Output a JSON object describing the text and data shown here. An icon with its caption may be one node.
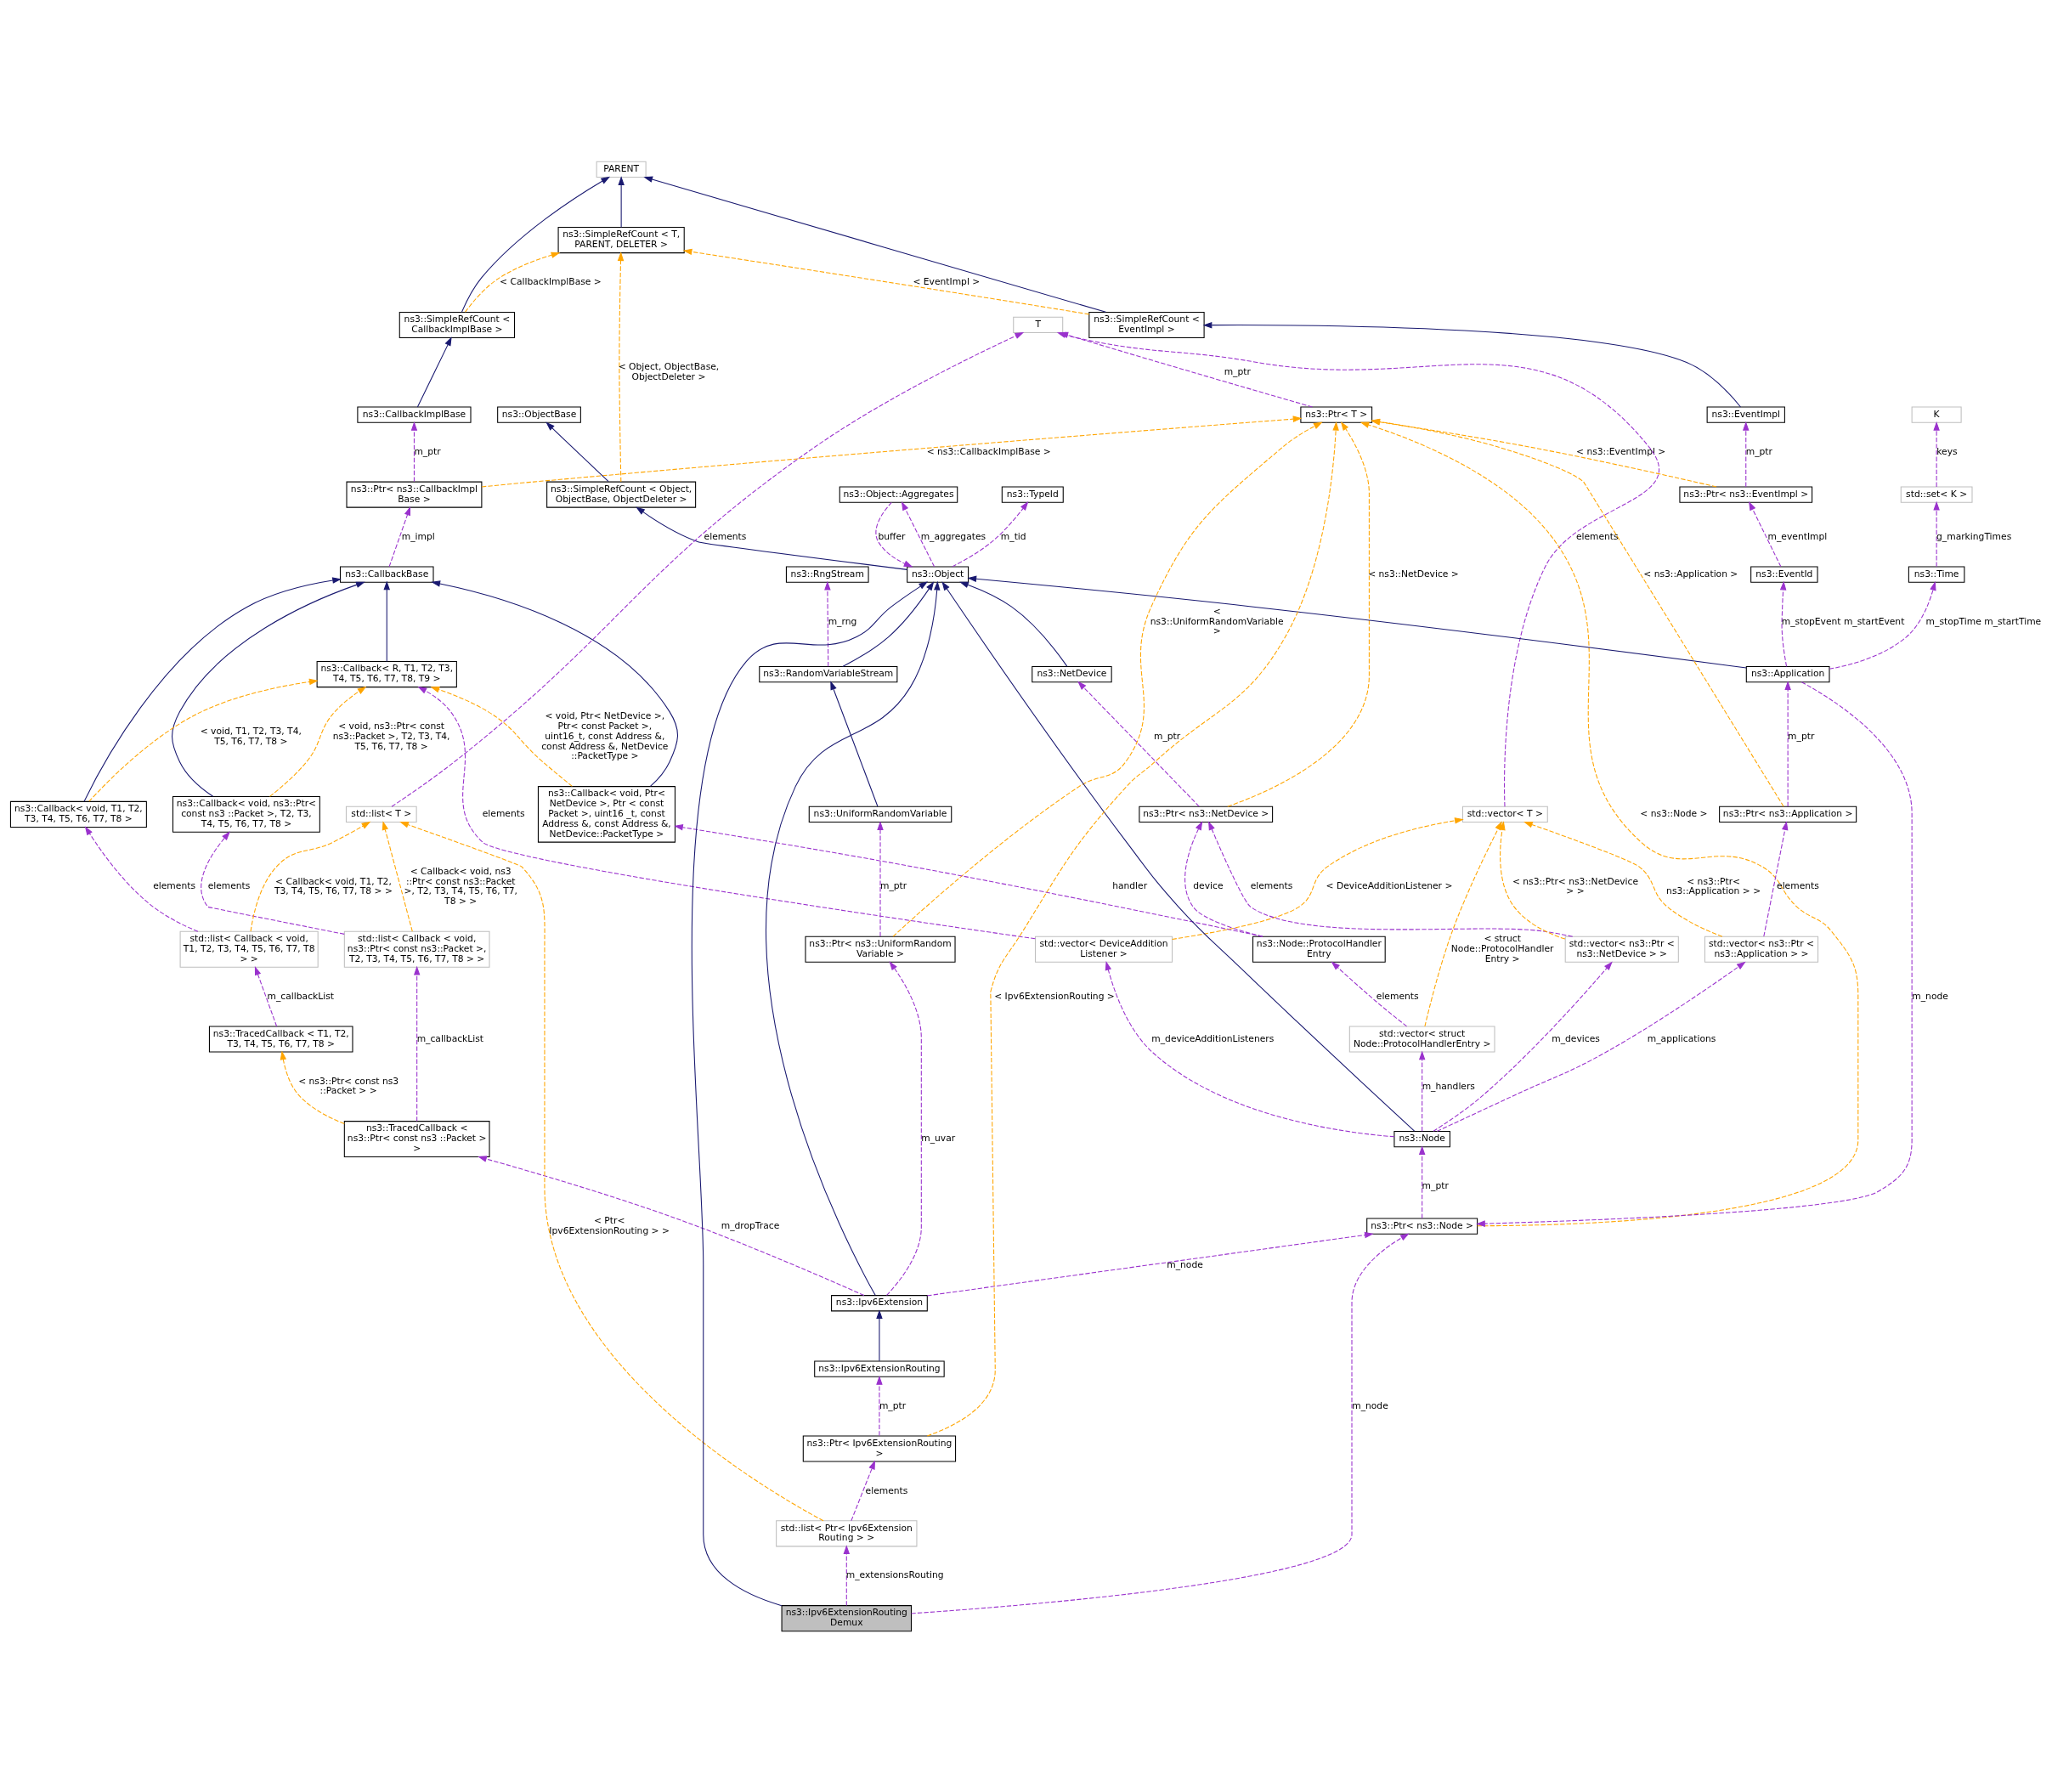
{
  "diagram": {
    "nodes": [
      {
        "text": [
          "PARENT"
        ]
      },
      {
        "text": [
          "ns3::SimpleRefCount < T, PARENT, DELETER >"
        ]
      },
      {
        "text": [
          "ns3::SimpleRefCount < CallbackImplBase >"
        ]
      },
      {
        "text": [
          "T"
        ]
      },
      {
        "text": [
          "ns3::SimpleRefCount < EventImpl >"
        ]
      },
      {
        "text": [
          "ns3::CallbackImplBase"
        ]
      },
      {
        "text": [
          "ns3::Ptr< T >"
        ]
      },
      {
        "text": [
          "ns3::ObjectBase"
        ]
      },
      {
        "text": [
          "ns3::EventImpl"
        ]
      },
      {
        "text": [
          "ns3::Ptr< ns3::CallbackImpl Base >"
        ]
      },
      {
        "text": [
          "ns3::TypeId"
        ]
      },
      {
        "text": [
          "ns3::SimpleRefCount < Object, ObjectBase, ObjectDeleter >"
        ]
      },
      {
        "text": [
          "ns3::Ptr< ns3::EventImpl >"
        ]
      },
      {
        "text": [
          "ns3::CallbackBase"
        ]
      },
      {
        "text": [
          "ns3::RngStream"
        ]
      },
      {
        "text": [
          "ns3::Object"
        ]
      },
      {
        "text": [
          "ns3::EventId"
        ]
      },
      {
        "text": [
          "ns3::Callback< R, T1, T2, T3, T4, T5, T6, T7, T8, T9 >"
        ]
      },
      {
        "text": [
          "ns3::RandomVariableStream"
        ]
      },
      {
        "text": [
          "ns3::NetDevice"
        ]
      },
      {
        "text": [
          "ns3::Object::Aggregates"
        ]
      },
      {
        "text": [
          "std::list< T >"
        ]
      },
      {
        "text": [
          "ns3::Callback< void, ns3::Ptr< const ns3 ::Packet >, T2, T3, T4, T5, T6, T7, T8 >"
        ]
      },
      {
        "text": [
          "ns3::Callback< void, T1, T2, T3, T4, T5, T6, T7, T8 >"
        ]
      },
      {
        "text": [
          "ns3::UniformRandomVariable"
        ]
      },
      {
        "text": [
          "ns3::Callback< void, Ptr< NetDevice >, Ptr < const Packet >, uint16 _t, const Address &, const Address &, NetDevice::PacketType >"
        ]
      },
      {
        "text": [
          "ns3::Ptr< ns3::NetDevice >"
        ]
      },
      {
        "text": [
          "std::list< Callback < void, ns3::Ptr< const ns3::Packet >, T2, T3, T4, T5, T6, T7, T8 > >"
        ]
      },
      {
        "text": [
          "std::list< Callback < void, T1, T2, T3, T4, T5, T6, T7, T8 > >"
        ]
      },
      {
        "text": [
          "ns3::Ptr< ns3::UniformRandom Variable >"
        ]
      },
      {
        "text": [
          "std::vector< T >"
        ]
      },
      {
        "text": [
          "ns3::Node::ProtocolHandler Entry"
        ]
      },
      {
        "text": [
          "ns3::TracedCallback < T1, T2, T3, T4, T5, T6, T7, T8 >"
        ]
      },
      {
        "text": [
          "K"
        ]
      },
      {
        "text": [
          "std::vector< DeviceAddition Listener >"
        ]
      },
      {
        "text": [
          "std::vector< struct Node::ProtocolHandlerEntry >"
        ]
      },
      {
        "text": [
          "std::vector< ns3::Ptr < ns3::NetDevice > >"
        ]
      },
      {
        "text": [
          "ns3::TracedCallback < ns3::Ptr< const ns3 ::Packet > >"
        ]
      },
      {
        "text": [
          "std::set< K >"
        ]
      },
      {
        "text": [
          "ns3::Node"
        ]
      },
      {
        "text": [
          "ns3::Ptr< ns3::Node >"
        ]
      },
      {
        "text": [
          "ns3::Time"
        ]
      },
      {
        "text": [
          "ns3::Ipv6Extension"
        ]
      },
      {
        "text": [
          "ns3::Application"
        ]
      },
      {
        "text": [
          "ns3::Ipv6ExtensionRouting"
        ]
      },
      {
        "text": [
          "ns3::Ptr< ns3::Application >"
        ]
      },
      {
        "text": [
          "ns3::Ptr< Ipv6ExtensionRouting >"
        ]
      },
      {
        "text": [
          "std::vector< ns3::Ptr < ns3::Application > >"
        ]
      },
      {
        "text": [
          "std::list< Ptr< Ipv6Extension Routing > >"
        ]
      },
      {
        "text": [
          "ns3::Ipv6ExtensionRouting Demux"
        ]
      }
    ],
    "edges": [
      {
        "from": 1,
        "to": 0,
        "arrow": "to",
        "color": "#191970"
      },
      {
        "from": 2,
        "to": 0,
        "arrow": "to",
        "color": "#191970"
      },
      {
        "from": 4,
        "to": 0,
        "arrow": "to",
        "color": "#191970"
      },
      {
        "from": 2,
        "to": 1,
        "arrow": "to",
        "label": "< CallbackImplBase >",
        "style": "dashed",
        "color": "#ffa500"
      },
      {
        "from": 4,
        "to": 1,
        "arrow": "to",
        "label": "< EventImpl >",
        "style": "dashed",
        "color": "#ffa500"
      },
      {
        "from": 11,
        "to": 1,
        "arrow": "to",
        "label": "< Object, ObjectBase, ObjectDeleter >",
        "style": "dashed",
        "color": "#ffa500"
      },
      {
        "from": 5,
        "to": 2,
        "arrow": "to",
        "color": "#191970"
      },
      {
        "from": 6,
        "to": 3,
        "arrow": "to",
        "label": "m_ptr",
        "style": "dashed"
      },
      {
        "from": 21,
        "to": 3,
        "arrow": "to",
        "label": "elements",
        "style": "dashed"
      },
      {
        "from": 30,
        "to": 3,
        "arrow": "to",
        "label": "elements",
        "style": "dashed"
      },
      {
        "from": 8,
        "to": 4,
        "arrow": "to",
        "color": "#191970"
      },
      {
        "from": 9,
        "to": 5,
        "arrow": "to",
        "label": "m_ptr",
        "style": "dashed"
      },
      {
        "from": 9,
        "to": 6,
        "arrow": "to",
        "label": "< ns3::CallbackImplBase >",
        "style": "dashed",
        "color": "#ffa500"
      },
      {
        "from": 12,
        "to": 6,
        "arrow": "to",
        "label": "< ns3::EventImpl >",
        "style": "dashed",
        "color": "#ffa500"
      },
      {
        "from": 26,
        "to": 6,
        "arrow": "to",
        "label": "< ns3::NetDevice >",
        "style": "dashed",
        "color": "#ffa500"
      },
      {
        "from": 29,
        "to": 6,
        "arrow": "to",
        "label": "< ns3::UniformRandomVariable >",
        "style": "dashed",
        "color": "#ffa500"
      },
      {
        "from": 40,
        "to": 6,
        "arrow": "to",
        "label": "< ns3::Node >",
        "style": "dashed",
        "color": "#ffa500"
      },
      {
        "from": 45,
        "to": 6,
        "arrow": "to",
        "label": "< ns3::Application >",
        "style": "dashed",
        "color": "#ffa500"
      },
      {
        "from": 46,
        "to": 6,
        "arrow": "to",
        "label": "< Ipv6ExtensionRouting >",
        "style": "dashed",
        "color": "#ffa500"
      },
      {
        "from": 11,
        "to": 7,
        "arrow": "to",
        "color": "#191970"
      },
      {
        "from": 12,
        "to": 8,
        "arrow": "to",
        "label": "m_ptr",
        "style": "dashed"
      },
      {
        "from": 13,
        "to": 9,
        "arrow": "to",
        "label": "m_impl",
        "style": "dashed"
      },
      {
        "from": 15,
        "to": 10,
        "arrow": "to",
        "label": "m_tid",
        "style": "dashed"
      },
      {
        "from": 15,
        "to": 11,
        "arrow": "to",
        "color": "#191970"
      },
      {
        "from": 16,
        "to": 12,
        "arrow": "to",
        "label": "m_eventImpl",
        "style": "dashed"
      },
      {
        "from": 17,
        "to": 13,
        "arrow": "to",
        "color": "#191970"
      },
      {
        "from": 22,
        "to": 13,
        "arrow": "to",
        "color": "#191970"
      },
      {
        "from": 23,
        "to": 13,
        "arrow": "to",
        "color": "#191970"
      },
      {
        "from": 25,
        "to": 13,
        "arrow": "to",
        "color": "#191970"
      },
      {
        "from": 18,
        "to": 14,
        "arrow": "to",
        "label": "m_rng",
        "style": "dashed"
      },
      {
        "from": 18,
        "to": 15,
        "arrow": "to",
        "color": "#191970"
      },
      {
        "from": 19,
        "to": 15,
        "arrow": "to",
        "color": "#191970"
      },
      {
        "from": 42,
        "to": 15,
        "arrow": "to",
        "color": "#191970"
      },
      {
        "from": 39,
        "to": 15,
        "arrow": "to",
        "color": "#191970"
      },
      {
        "from": 43,
        "to": 15,
        "arrow": "to",
        "color": "#191970"
      },
      {
        "from": 49,
        "to": 15,
        "arrow": "to",
        "color": "#191970"
      },
      {
        "from": 20,
        "to": 15,
        "arrow": "to",
        "label": "buffer",
        "style": "dashed"
      },
      {
        "from": 15,
        "to": 20,
        "arrow": "to",
        "label": "m_aggregates",
        "style": "dashed"
      },
      {
        "from": 43,
        "to": 16,
        "arrow": "to",
        "label": "m_stopEvent m_startEvent",
        "style": "dashed"
      },
      {
        "from": 22,
        "to": 17,
        "arrow": "to",
        "label": "< void, ns3::Ptr< const ns3::Packet >, T2, T3, T4, T5, T6, T7, T8 >",
        "style": "dashed",
        "color": "#ffa500"
      },
      {
        "from": 23,
        "to": 17,
        "arrow": "to",
        "label": "< void, T1, T2, T3, T4, T5, T6, T7, T8 >",
        "style": "dashed",
        "color": "#ffa500"
      },
      {
        "from": 25,
        "to": 17,
        "arrow": "to",
        "label": "< void, Ptr< NetDevice >, Ptr< const Packet >, uint16_t, const Address &, const Address &, NetDevice ::PacketType >",
        "style": "dashed",
        "color": "#ffa500"
      },
      {
        "from": 34,
        "to": 17,
        "arrow": "to",
        "label": "elements",
        "style": "dashed"
      },
      {
        "from": 24,
        "to": 18,
        "arrow": "to",
        "color": "#191970"
      },
      {
        "from": 26,
        "to": 19,
        "arrow": "to",
        "label": "m_ptr",
        "style": "dashed"
      },
      {
        "from": 27,
        "to": 21,
        "arrow": "to",
        "label": "< Callback< void, ns3 ::Ptr< const ns3::Packet >, T2, T3, T4, T5, T6, T7, T8 > >",
        "style": "dashed",
        "color": "#ffa500"
      },
      {
        "from": 28,
        "to": 21,
        "arrow": "to",
        "label": "< Callback< void, T1, T2, T3, T4, T5, T6, T7, T8 > >",
        "style": "dashed",
        "color": "#ffa500"
      },
      {
        "from": 48,
        "to": 21,
        "arrow": "to",
        "label": "< Ptr< Ipv6ExtensionRouting > >",
        "style": "dashed",
        "color": "#ffa500"
      },
      {
        "from": 27,
        "to": 22,
        "arrow": "to",
        "label": "elements",
        "style": "dashed"
      },
      {
        "from": 28,
        "to": 23,
        "arrow": "to",
        "label": "elements",
        "style": "dashed"
      },
      {
        "from": 29,
        "to": 24,
        "arrow": "to",
        "label": "m_ptr",
        "style": "dashed"
      },
      {
        "from": 31,
        "to": 25,
        "arrow": "to",
        "label": "handler",
        "style": "dashed"
      },
      {
        "from": 31,
        "to": 26,
        "arrow": "to",
        "label": "device",
        "style": "dashed"
      },
      {
        "from": 36,
        "to": 26,
        "arrow": "to",
        "label": "elements",
        "style": "dashed"
      },
      {
        "from": 37,
        "to": 27,
        "arrow": "to",
        "label": "m_callbackList",
        "style": "dashed"
      },
      {
        "from": 32,
        "to": 28,
        "arrow": "to",
        "label": "m_callbackList",
        "style": "dashed"
      },
      {
        "from": 42,
        "to": 29,
        "arrow": "to",
        "label": "m_uvar",
        "style": "dashed"
      },
      {
        "from": 34,
        "to": 30,
        "arrow": "to",
        "label": "< DeviceAdditionListener >",
        "style": "dashed",
        "color": "#ffa500"
      },
      {
        "from": 35,
        "to": 30,
        "arrow": "to",
        "label": "< struct Node::ProtocolHandler Entry >",
        "style": "dashed",
        "color": "#ffa500"
      },
      {
        "from": 36,
        "to": 30,
        "arrow": "to",
        "label": "< ns3::Ptr< ns3::NetDevice > >",
        "style": "dashed",
        "color": "#ffa500"
      },
      {
        "from": 47,
        "to": 30,
        "arrow": "to",
        "label": "< ns3::Ptr< ns3::Application > >",
        "style": "dashed",
        "color": "#ffa500"
      },
      {
        "from": 35,
        "to": 31,
        "arrow": "to",
        "label": "elements",
        "style": "dashed"
      },
      {
        "from": 37,
        "to": 32,
        "arrow": "to",
        "label": "< ns3::Ptr< const ns3 ::Packet > >",
        "style": "dashed",
        "color": "#ffa500"
      },
      {
        "from": 38,
        "to": 33,
        "arrow": "to",
        "label": "keys",
        "style": "dashed"
      },
      {
        "from": 39,
        "to": 34,
        "arrow": "to",
        "label": "m_deviceAdditionListeners",
        "style": "dashed"
      },
      {
        "from": 39,
        "to": 35,
        "arrow": "to",
        "label": "m_handlers",
        "style": "dashed"
      },
      {
        "from": 39,
        "to": 36,
        "arrow": "to",
        "label": "m_devices",
        "style": "dashed"
      },
      {
        "from": 42,
        "to": 37,
        "arrow": "to",
        "label": "m_dropTrace",
        "style": "dashed"
      },
      {
        "from": 41,
        "to": 38,
        "arrow": "to",
        "label": "g_markingTimes",
        "style": "dashed"
      },
      {
        "from": 40,
        "to": 39,
        "arrow": "to",
        "label": "m_ptr",
        "style": "dashed"
      },
      {
        "from": 42,
        "to": 40,
        "arrow": "to",
        "label": "m_node",
        "style": "dashed"
      },
      {
        "from": 43,
        "to": 40,
        "arrow": "to",
        "label": "m_node",
        "style": "dashed"
      },
      {
        "from": 49,
        "to": 40,
        "arrow": "to",
        "label": "m_node",
        "style": "dashed"
      },
      {
        "from": 43,
        "to": 41,
        "arrow": "to",
        "label": "m_stopTime m_startTime",
        "style": "dashed"
      },
      {
        "from": 44,
        "to": 42,
        "arrow": "to",
        "color": "#191970"
      },
      {
        "from": 45,
        "to": 43,
        "arrow": "to",
        "label": "m_ptr",
        "style": "dashed"
      },
      {
        "from": 39,
        "to": 47,
        "arrow": "to",
        "label": "m_applications",
        "style": "dashed"
      },
      {
        "from": 47,
        "to": 45,
        "arrow": "to",
        "label": "elements",
        "style": "dashed"
      },
      {
        "from": 46,
        "to": 44,
        "arrow": "to",
        "label": "m_ptr",
        "style": "dashed"
      },
      {
        "from": 48,
        "to": 46,
        "arrow": "to",
        "label": "elements",
        "style": "dashed"
      },
      {
        "from": 49,
        "to": 48,
        "arrow": "to",
        "label": "m_extensionsRouting",
        "style": "dashed"
      }
    ]
  }
}
